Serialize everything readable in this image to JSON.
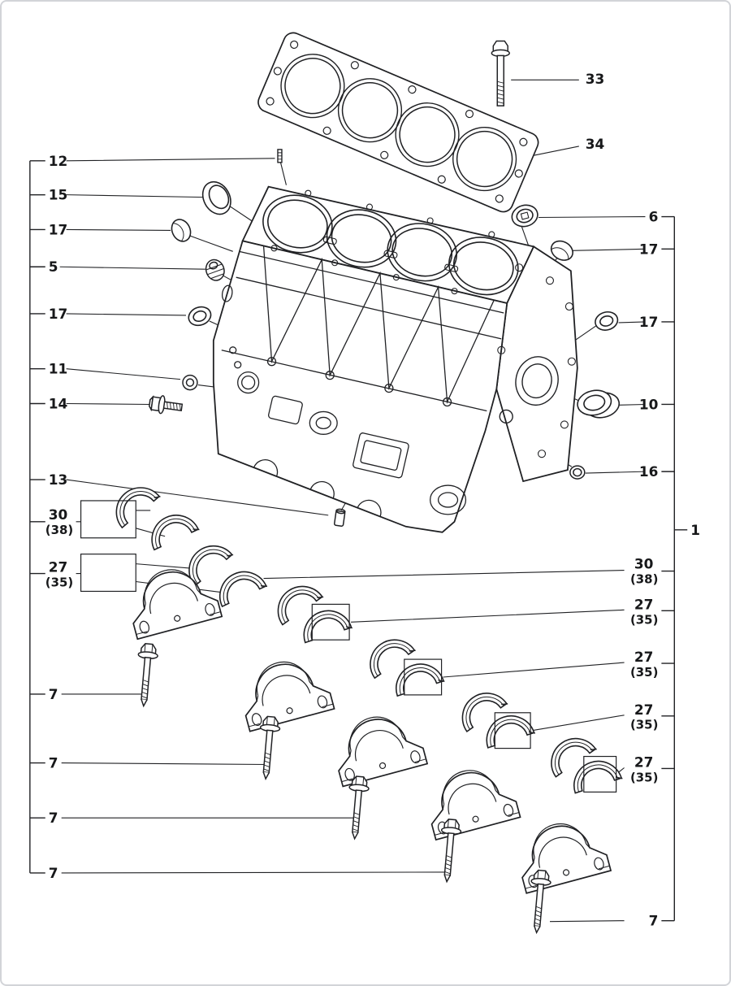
{
  "figure": {
    "subject": "engine cylinder block exploded parts diagram",
    "line_color": "#202124",
    "background": "#ffffff"
  },
  "callouts": {
    "left": [
      {
        "label": "12"
      },
      {
        "label": "15"
      },
      {
        "label": "17"
      },
      {
        "label": "5"
      },
      {
        "label": "17"
      },
      {
        "label": "11"
      },
      {
        "label": "14"
      },
      {
        "label": "13"
      },
      {
        "label": "30",
        "sub": "(38)"
      },
      {
        "label": "27",
        "sub": "(35)"
      },
      {
        "label": "7"
      },
      {
        "label": "7"
      },
      {
        "label": "7"
      },
      {
        "label": "7"
      }
    ],
    "right": [
      {
        "label": "33"
      },
      {
        "label": "34"
      },
      {
        "label": "6"
      },
      {
        "label": "17"
      },
      {
        "label": "17"
      },
      {
        "label": "10"
      },
      {
        "label": "16"
      },
      {
        "label": "1"
      },
      {
        "label": "30",
        "sub": "(38)"
      },
      {
        "label": "27",
        "sub": "(35)"
      },
      {
        "label": "27",
        "sub": "(35)"
      },
      {
        "label": "27",
        "sub": "(35)"
      },
      {
        "label": "27",
        "sub": "(35)"
      },
      {
        "label": "7"
      }
    ]
  }
}
